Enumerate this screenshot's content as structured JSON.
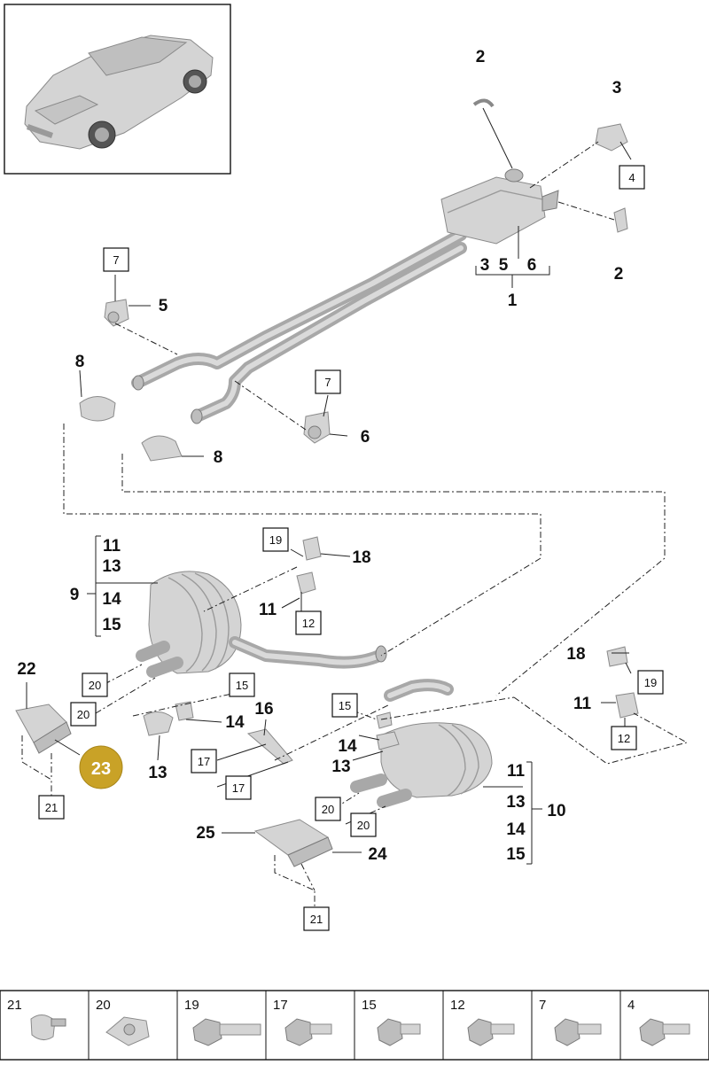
{
  "callouts": {
    "c1": "1",
    "c2a": "2",
    "c2b": "2",
    "c3a": "3",
    "c3b": "3",
    "c5a": "5",
    "c5b": "5",
    "c6a": "6",
    "c6b": "6",
    "c8a": "8",
    "c8b": "8",
    "c9": "9",
    "c10": "10",
    "c11a": "11",
    "c11b": "11",
    "c11c": "11",
    "c11d": "11",
    "c13a": "13",
    "c13b": "13",
    "c13c": "13",
    "c13d": "13",
    "c14a": "14",
    "c14b": "14",
    "c14c": "14",
    "c14d": "14",
    "c15a": "15",
    "c15b": "15",
    "c16": "16",
    "c18a": "18",
    "c18b": "18",
    "c22": "22",
    "c23": "23",
    "c24": "24",
    "c25": "25"
  },
  "boxed": {
    "b4": "4",
    "b7a": "7",
    "b7b": "7",
    "b12a": "12",
    "b12b": "12",
    "b15a": "15",
    "b15b": "15",
    "b17a": "17",
    "b17b": "17",
    "b19a": "19",
    "b19b": "19",
    "b20a": "20",
    "b20b": "20",
    "b20c": "20",
    "b20d": "20",
    "b21a": "21",
    "b21b": "21"
  },
  "highlight_color": "#c9a227",
  "hardware_strip": [
    "21",
    "20",
    "19",
    "17",
    "15",
    "12",
    "7",
    "4"
  ]
}
